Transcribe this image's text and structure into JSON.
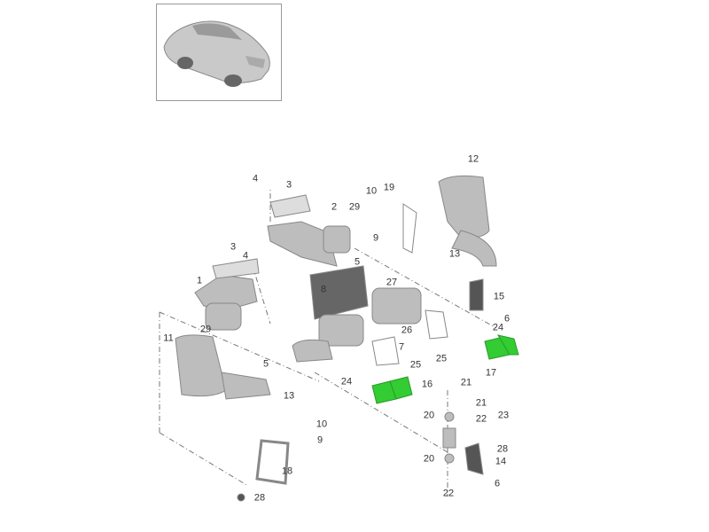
{
  "thumbnail": {
    "icon": "car-thumbnail"
  },
  "colors": {
    "highlight": "#33cc33",
    "part": "#b9b9b9",
    "part_dark": "#8a8a8a",
    "text": "#333333"
  },
  "callouts": [
    "12",
    "4",
    "3",
    "10",
    "19",
    "2",
    "29",
    "9",
    "3",
    "4",
    "13",
    "5",
    "27",
    "1",
    "8",
    "15",
    "6",
    "24",
    "26",
    "29",
    "11",
    "7",
    "5",
    "25",
    "25",
    "17",
    "24",
    "16",
    "21",
    "13",
    "21",
    "20",
    "22",
    "23",
    "10",
    "9",
    "28",
    "20",
    "14",
    "18",
    "6",
    "28",
    "22"
  ]
}
